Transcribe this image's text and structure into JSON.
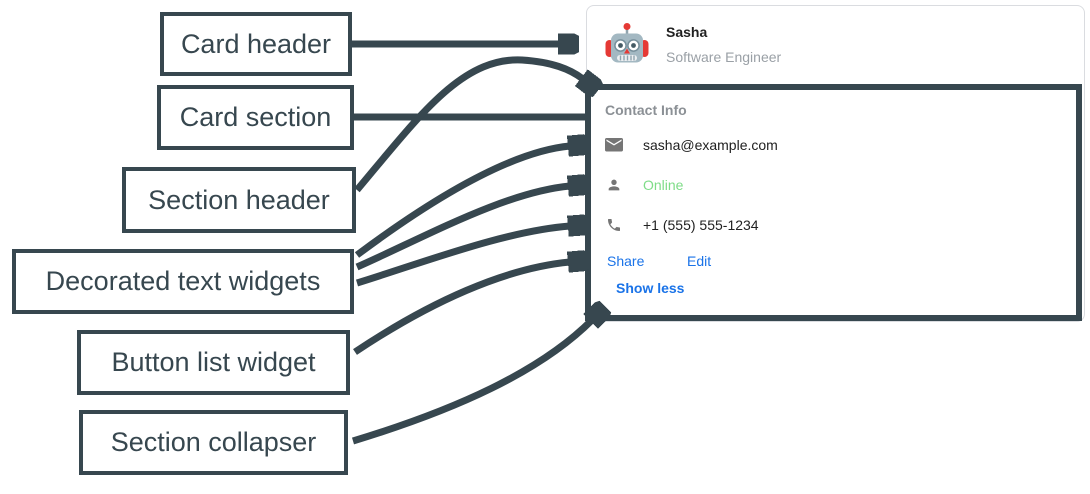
{
  "annotations": {
    "arrow_color": "#37474f",
    "labels": [
      {
        "id": "card-header",
        "text": "Card header"
      },
      {
        "id": "card-section",
        "text": "Card section"
      },
      {
        "id": "section-header",
        "text": "Section header"
      },
      {
        "id": "decorated-text-widgets",
        "text": "Decorated text widgets"
      },
      {
        "id": "button-list-widget",
        "text": "Button list widget"
      },
      {
        "id": "section-collapser",
        "text": "Section collapser"
      }
    ]
  },
  "card": {
    "border_color": "#dadce0",
    "header": {
      "avatar_icon": "robot-avatar",
      "name": "Sasha",
      "subtitle": "Software Engineer",
      "subtitle_color": "#9aa0a6"
    },
    "section": {
      "title": "Contact Info",
      "title_color": "#8b9095",
      "rows": [
        {
          "icon": "mail-icon",
          "text": "sasha@example.com",
          "color": "#212121"
        },
        {
          "icon": "person-icon",
          "text": "Online",
          "color": "#7edc87"
        },
        {
          "icon": "phone-icon",
          "text": "+1 (555) 555-1234",
          "color": "#212121"
        }
      ],
      "buttons": [
        {
          "label": "Share"
        },
        {
          "label": "Edit"
        }
      ],
      "collapser_label": "Show less",
      "link_color": "#1a73e8"
    }
  }
}
